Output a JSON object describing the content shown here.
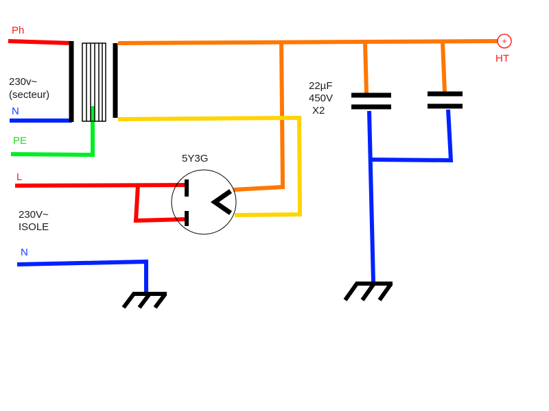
{
  "labels": {
    "ph": "Ph",
    "mains_voltage": "230v~",
    "mains_note": "(secteur)",
    "n_primary": "N",
    "pe": "PE",
    "tube": "5Y3G",
    "l_iso": "L",
    "iso_voltage": "230V~",
    "iso_note": "ISOLE",
    "n_iso": "N",
    "cap_value": "22µF",
    "cap_voltage": "450V",
    "cap_count": "X2",
    "ht": "HT",
    "ht_plus": "+"
  },
  "colors": {
    "phase": "#ff0000",
    "neutral": "#0022ff",
    "earth": "#00ee22",
    "ht": "#ff7700",
    "heater": "#ffd400",
    "component": "#000000"
  },
  "icons": {
    "ground": "ground-symbol",
    "capacitor": "capacitor-symbol",
    "tube": "rectifier-tube-symbol",
    "transformer": "transformer-symbol"
  }
}
